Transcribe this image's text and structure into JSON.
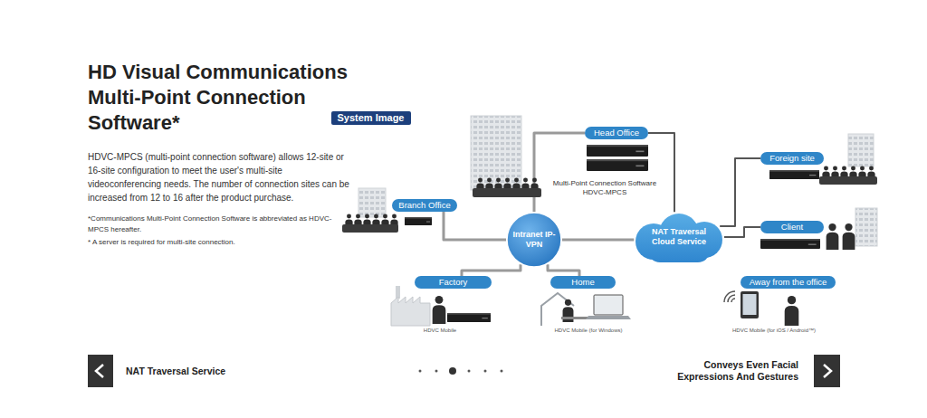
{
  "diagram": {
    "title": "HD Visual Communications Multi-Point Connection Software*",
    "nodes": [
      {
        "text": [
          "System Image"
        ]
      },
      {
        "text": [
          "Head Office"
        ]
      },
      {
        "text": [
          "Branch Office"
        ]
      },
      {
        "text": [
          "Foreign site"
        ]
      },
      {
        "text": [
          "Intranet IP-VPN"
        ]
      },
      {
        "text": [
          "NAT Traversal Cloud Service"
        ]
      },
      {
        "text": [
          "Client"
        ]
      },
      {
        "text": [
          "Factory"
        ]
      },
      {
        "text": [
          "Home"
        ]
      },
      {
        "text": [
          "Away from the office"
        ]
      }
    ],
    "edges": [
      {
        "from": 1,
        "to": 4,
        "arrow": "none"
      },
      {
        "from": 1,
        "to": 5,
        "arrow": "none"
      },
      {
        "from": 2,
        "to": 4,
        "arrow": "none"
      },
      {
        "from": 4,
        "to": 5,
        "arrow": "none"
      },
      {
        "from": 4,
        "to": 7,
        "arrow": "none"
      },
      {
        "from": 4,
        "to": 8,
        "arrow": "none"
      },
      {
        "from": 5,
        "to": 3,
        "arrow": "none"
      },
      {
        "from": 5,
        "to": 6,
        "arrow": "none"
      }
    ],
    "labels": [
      "HDVC-MPCS (multi-point connection software) allows 12-site or 16-site configuration to meet the user's multi-site videoconferencing needs. The number of connection sites can be increased from 12 to 16 after the product purchase.",
      "*Communications Multi-Point Connection Software is abbreviated as HDVC-MPCS hereafter.",
      "* A server is required for multi-site connection.",
      "Multi-Point Connection Software HDVC-MPCS",
      "HDVC Mobile",
      "HDVC Mobile (for Windows)",
      "HDVC Mobile (for iOS / Android™)",
      "NAT Traversal Service",
      "Conveys Even Facial Expressions And Gestures"
    ]
  }
}
